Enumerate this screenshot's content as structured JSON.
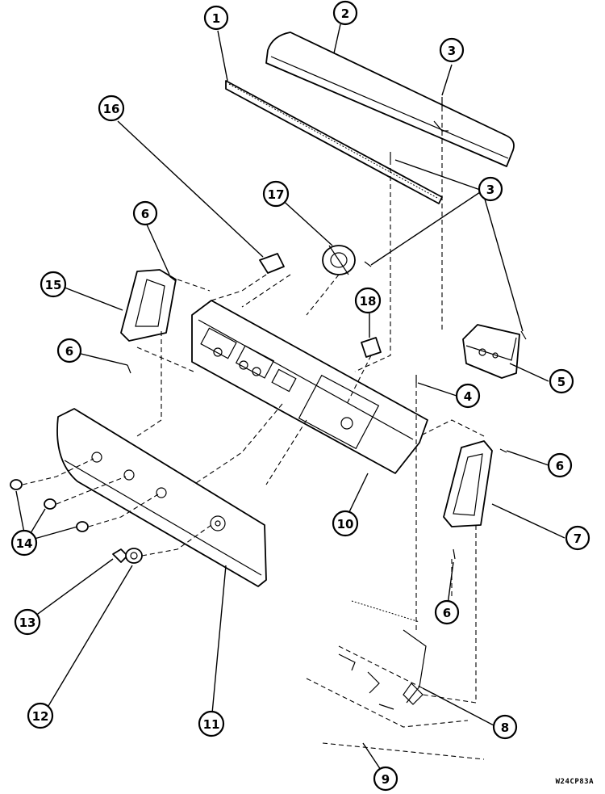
{
  "drawing_code": "W24CP83A",
  "callouts": [
    {
      "num": "1"
    },
    {
      "num": "2"
    },
    {
      "num": "3"
    },
    {
      "num": "16"
    },
    {
      "num": "17"
    },
    {
      "num": "3"
    },
    {
      "num": "6"
    },
    {
      "num": "15"
    },
    {
      "num": "18"
    },
    {
      "num": "6"
    },
    {
      "num": "5"
    },
    {
      "num": "4"
    },
    {
      "num": "10"
    },
    {
      "num": "6"
    },
    {
      "num": "7"
    },
    {
      "num": "14"
    },
    {
      "num": "13"
    },
    {
      "num": "6"
    },
    {
      "num": "12"
    },
    {
      "num": "11"
    },
    {
      "num": "8"
    },
    {
      "num": "9"
    }
  ]
}
